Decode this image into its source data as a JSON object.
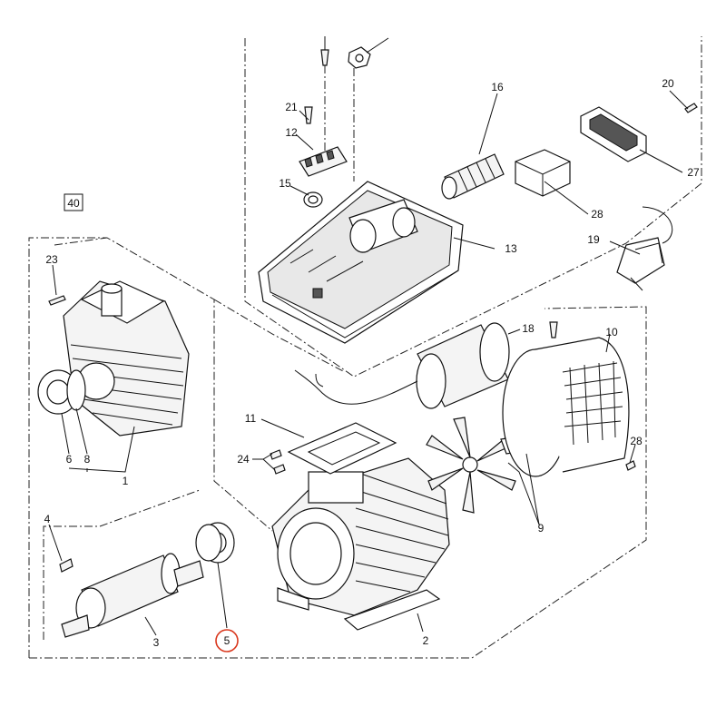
{
  "callouts": {
    "c40": "40",
    "c23": "23",
    "c1": "1",
    "c6": "6",
    "c8": "8",
    "c4": "4",
    "c3": "3",
    "c5": "5",
    "c2": "2",
    "c24": "24",
    "c11": "11",
    "c18": "18",
    "c10": "10",
    "c9": "9",
    "c28a": "28",
    "c28b": "28",
    "c19": "19",
    "c27": "27",
    "c20": "20",
    "c16": "16",
    "c13": "13",
    "c21": "21",
    "c12": "12",
    "c15": "15"
  },
  "highlight": {
    "part": "5",
    "color": "#d9381e"
  },
  "colors": {
    "line": "#111111",
    "background": "#ffffff"
  }
}
